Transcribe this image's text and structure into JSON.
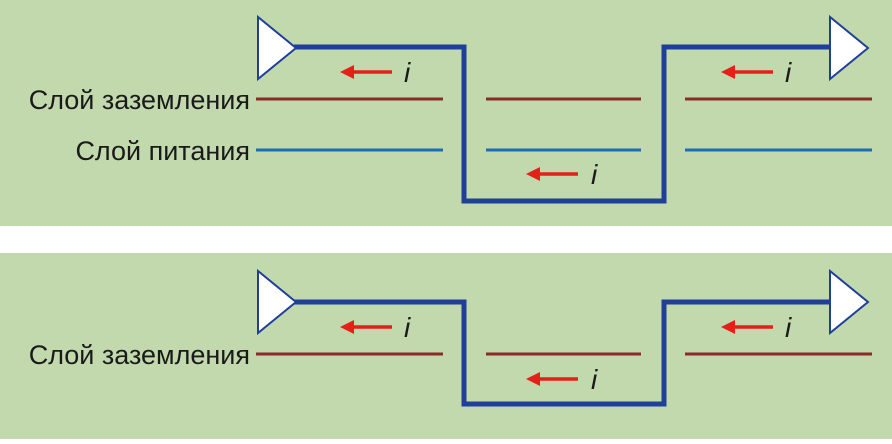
{
  "colors": {
    "panel_background": "#c2d9ad",
    "trace": "#1f3f99",
    "ground_plane": "#8b2a2a",
    "power_plane": "#1c6fb6",
    "current_arrow": "#e32119",
    "text": "#1a1a1a",
    "buffer_fill": "#ffffff",
    "buffer_stroke": "#1f3f99"
  },
  "panel_top": {
    "labels": {
      "ground": "Слой заземления",
      "power": "Слой питания"
    },
    "current_labels": [
      "i",
      "i",
      "i"
    ]
  },
  "panel_bottom": {
    "labels": {
      "ground": "Слой заземления"
    },
    "current_labels": [
      "i",
      "i",
      "i"
    ]
  }
}
